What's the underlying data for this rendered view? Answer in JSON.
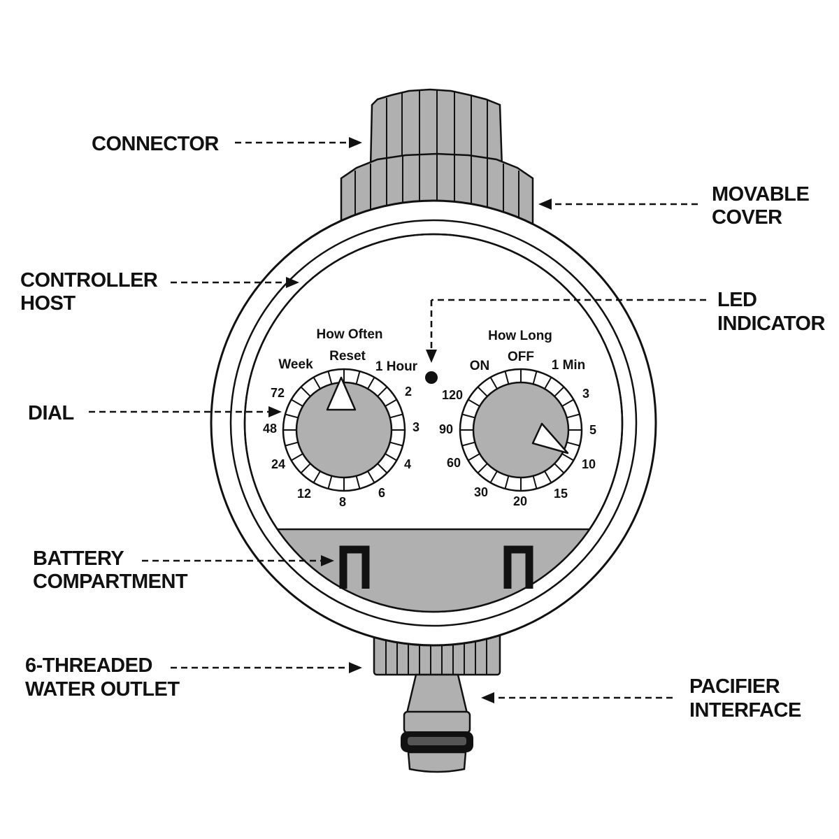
{
  "callouts": {
    "connector": "CONNECTOR",
    "movable_cover": [
      "MOVABLE",
      "COVER"
    ],
    "controller_host": [
      "CONTROLLER",
      "HOST"
    ],
    "led_indicator": [
      "LED",
      "INDICATOR"
    ],
    "dial": "DIAL",
    "battery_compartment": [
      "BATTERY",
      "COMPARTMENT"
    ],
    "water_outlet": [
      "6-THREADED",
      "WATER OUTLET"
    ],
    "pacifier_interface": [
      "PACIFIER",
      "INTERFACE"
    ]
  },
  "frequency_dial": {
    "title": "How Often",
    "reset_label": "Reset",
    "scale": [
      "Week",
      "1 Hour",
      "2",
      "3",
      "4",
      "6",
      "8",
      "12",
      "24",
      "48",
      "72"
    ],
    "pointer_setting": "Reset"
  },
  "duration_dial": {
    "title": "How Long",
    "off_label": "OFF",
    "scale": [
      "ON",
      "1 Min",
      "3",
      "5",
      "10",
      "15",
      "20",
      "30",
      "60",
      "90",
      "120"
    ],
    "pointer_setting": "10"
  },
  "colors": {
    "line": "#111111",
    "housing_grey": "#b0b0b0",
    "background": "#ffffff"
  }
}
